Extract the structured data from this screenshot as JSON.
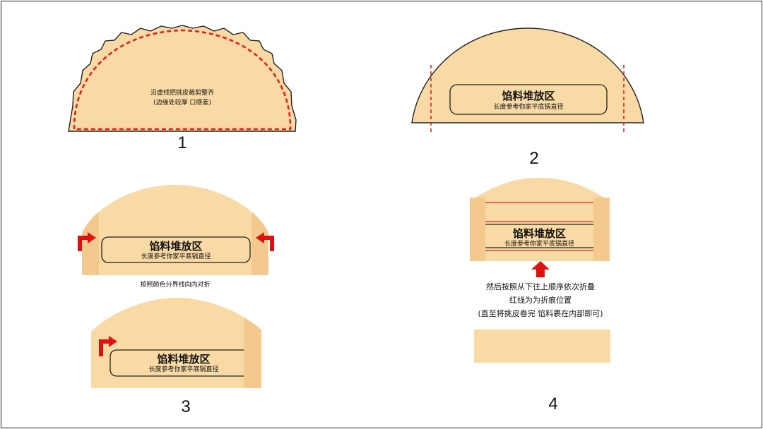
{
  "colors": {
    "dough": "#F9D9A4",
    "fold_band": "#F3C98E",
    "cut_line": "#E02020",
    "outline": "#222222",
    "arrow": "#E01010"
  },
  "steps": [
    {
      "number": "1",
      "instruction": "沿虚线把挑皮裁剪整齐",
      "note": "(边缘处较厚 口感差)"
    },
    {
      "number": "2",
      "zone_title": "馅料堆放区",
      "zone_subtitle": "长度参考你家平底锅直径"
    },
    {
      "number": "3",
      "zone_title": "馅料堆放区",
      "zone_subtitle": "长度参考你家平底锅直径",
      "instruction": "按照颜色分界线向内对折"
    },
    {
      "number": "4",
      "zone_title": "馅料堆放区",
      "zone_subtitle": "长度参考你家平底锅直径",
      "instruction_lines": [
        "然后按照从下往上顺序依次折叠",
        "红线为为折痕位置",
        "(直至将挑皮卷完 馅料裹在内部即可)"
      ]
    }
  ]
}
